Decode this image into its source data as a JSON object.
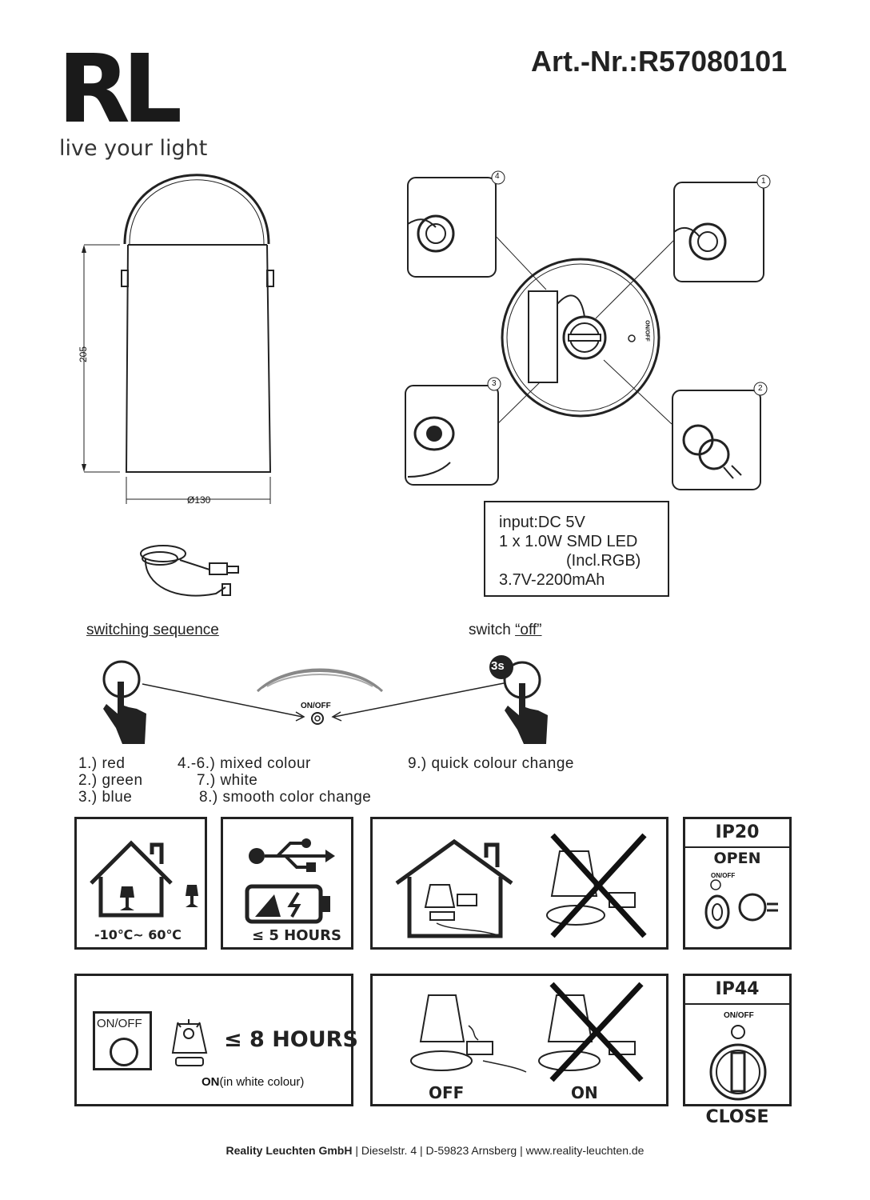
{
  "brand": {
    "logo_text": "RL",
    "tagline": "live your light"
  },
  "article": {
    "number": "Art.-Nr.:R57080101"
  },
  "dimensions": {
    "height": "205",
    "diameter": "Ø130"
  },
  "callouts": [
    "4",
    "1",
    "3",
    "2"
  ],
  "onoff_small": "ON/OFF",
  "specs": {
    "input": "input:DC 5V",
    "led": "1 x 1.0W SMD LED",
    "incl": "(Incl.RGB)",
    "battery": "3.7V-2200mAh"
  },
  "switching": {
    "title": "switching sequence",
    "switch_off_prefix": "switch ",
    "switch_off_word": "“off”",
    "hold_badge": "3s",
    "button_label": "ON/OFF"
  },
  "sequence": {
    "col1": [
      "1.) red",
      "2.) green",
      "3.) blue"
    ],
    "col2": [
      "4.-6.) mixed colour",
      "7.) white",
      "8.) smooth color change"
    ],
    "col3": [
      "9.) quick colour change"
    ]
  },
  "panels": {
    "temperature": "-10℃~ 60℃",
    "charge_time": "≤ 5 HOURS",
    "ip20": {
      "rating": "IP20",
      "state": "OPEN",
      "button": "ON/OFF"
    },
    "onoff_box": "ON/OFF",
    "runtime": "≤ 8 HOURS",
    "on_white_bold": "ON",
    "on_white_rest": "(in white colour)",
    "off_label": "OFF",
    "on_label": "ON",
    "ip44": {
      "rating": "IP44",
      "button": "ON/OFF",
      "state": "CLOSE"
    }
  },
  "footer": {
    "company": "Reality Leuchten GmbH",
    "street": "Dieselstr. 4",
    "city": "D-59823 Arnsberg",
    "web": "www.reality-leuchten.de"
  }
}
